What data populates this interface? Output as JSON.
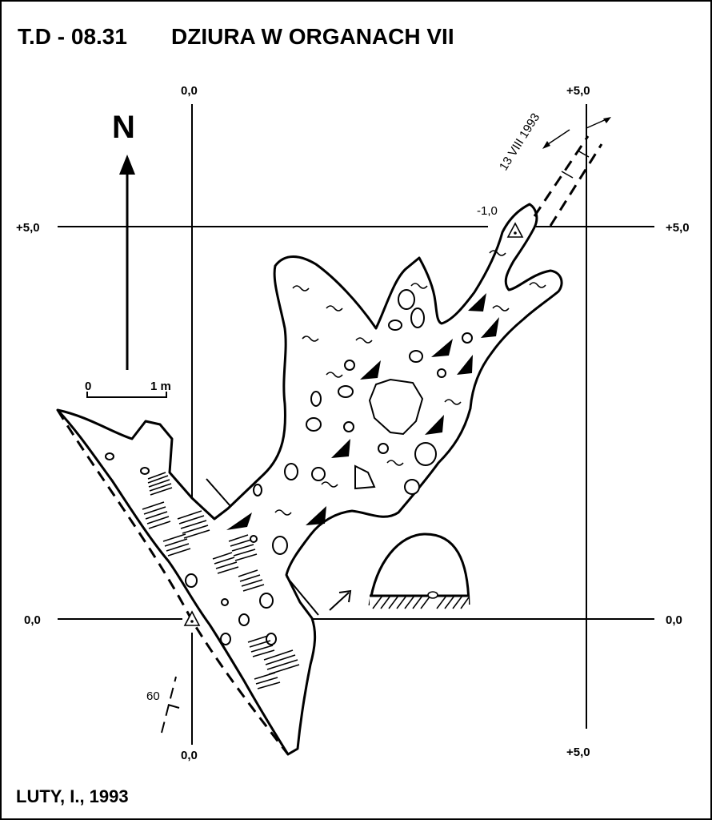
{
  "map": {
    "title_code": "T.D - 08.31",
    "title_name": "DZIURA W ORGANACH VII",
    "author": "LUTY, I., 1993",
    "north_label": "N",
    "scale": {
      "zero_label": "0",
      "one_label": "1 m"
    },
    "grid_labels": {
      "top_left": "0,0",
      "top_right": "+5,0",
      "left_upper": "+5,0",
      "right_upper": "+5,0",
      "left_lower": "0,0",
      "right_lower": "0,0",
      "bottom_left": "0,0",
      "bottom_right": "+5,0"
    },
    "annotations": {
      "depth_label": "-1,0",
      "date_label": "13 VIII 1993",
      "dip_label": "60"
    },
    "colors": {
      "ink": "#000000",
      "paper": "#ffffff"
    }
  }
}
